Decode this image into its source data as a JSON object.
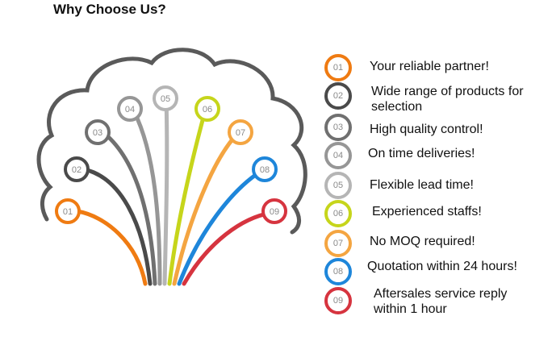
{
  "title": "Why Choose Us?",
  "colors": {
    "outline": "#5a5a5a",
    "c01": "#ef7b12",
    "c02": "#4a4a4a",
    "c03": "#707070",
    "c04": "#969696",
    "c05": "#b5b5b5",
    "c06": "#c6d51b",
    "c07": "#f4a541",
    "c08": "#1e86da",
    "c09": "#d6343f"
  },
  "tree_nodes": [
    "01",
    "02",
    "03",
    "04",
    "05",
    "06",
    "07",
    "08",
    "09"
  ],
  "reasons": [
    {
      "num": "01",
      "line1": "Your reliable partner!",
      "line2": ""
    },
    {
      "num": "02",
      "line1": "Wide range of products for",
      "line2": "selection"
    },
    {
      "num": "03",
      "line1": "High quality control!",
      "line2": ""
    },
    {
      "num": "04",
      "line1": "On time deliveries!",
      "line2": ""
    },
    {
      "num": "05",
      "line1": "Flexible lead time!",
      "line2": ""
    },
    {
      "num": "06",
      "line1": "Experienced staffs!",
      "line2": ""
    },
    {
      "num": "07",
      "line1": "No MOQ required!",
      "line2": ""
    },
    {
      "num": "08",
      "line1": "Quotation within 24 hours!",
      "line2": ""
    },
    {
      "num": "09",
      "line1": "Aftersales service reply",
      "line2": "within 1 hour"
    }
  ]
}
